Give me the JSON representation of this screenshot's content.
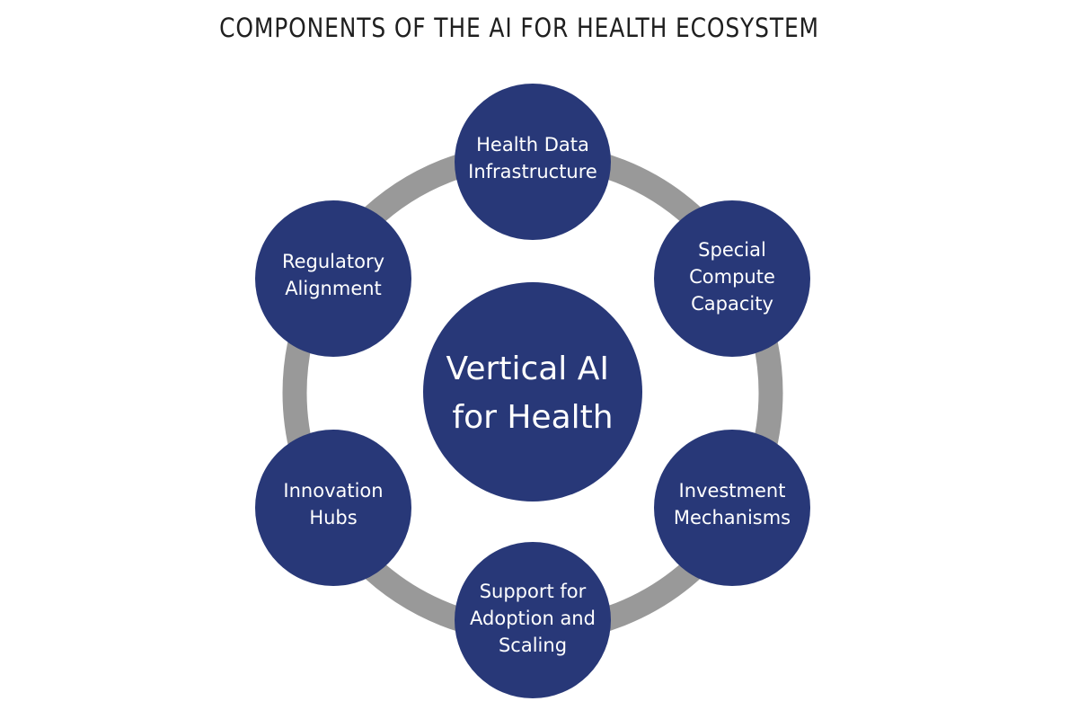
{
  "title": "COMPONENTS OF THE AI FOR HEALTH ECOSYSTEM",
  "colors": {
    "node_fill": "#283878",
    "ring": "#999999",
    "text": "#ffffff",
    "title": "#1f1f1f"
  },
  "center": {
    "lines": [
      "Vertical AI",
      "for Health"
    ]
  },
  "components": [
    {
      "id": "health-data-infrastructure",
      "lines": [
        "Health Data",
        "Infrastructure"
      ]
    },
    {
      "id": "special-compute-capacity",
      "lines": [
        "Special",
        "Compute",
        "Capacity"
      ]
    },
    {
      "id": "investment-mechanisms",
      "lines": [
        "Investment",
        "Mechanisms"
      ]
    },
    {
      "id": "support-for-adoption-and-scaling",
      "lines": [
        "Support for",
        "Adoption and",
        "Scaling"
      ]
    },
    {
      "id": "innovation-hubs",
      "lines": [
        "Innovation",
        "Hubs"
      ]
    },
    {
      "id": "regulatory-alignment",
      "lines": [
        "Regulatory",
        "Alignment"
      ]
    }
  ]
}
